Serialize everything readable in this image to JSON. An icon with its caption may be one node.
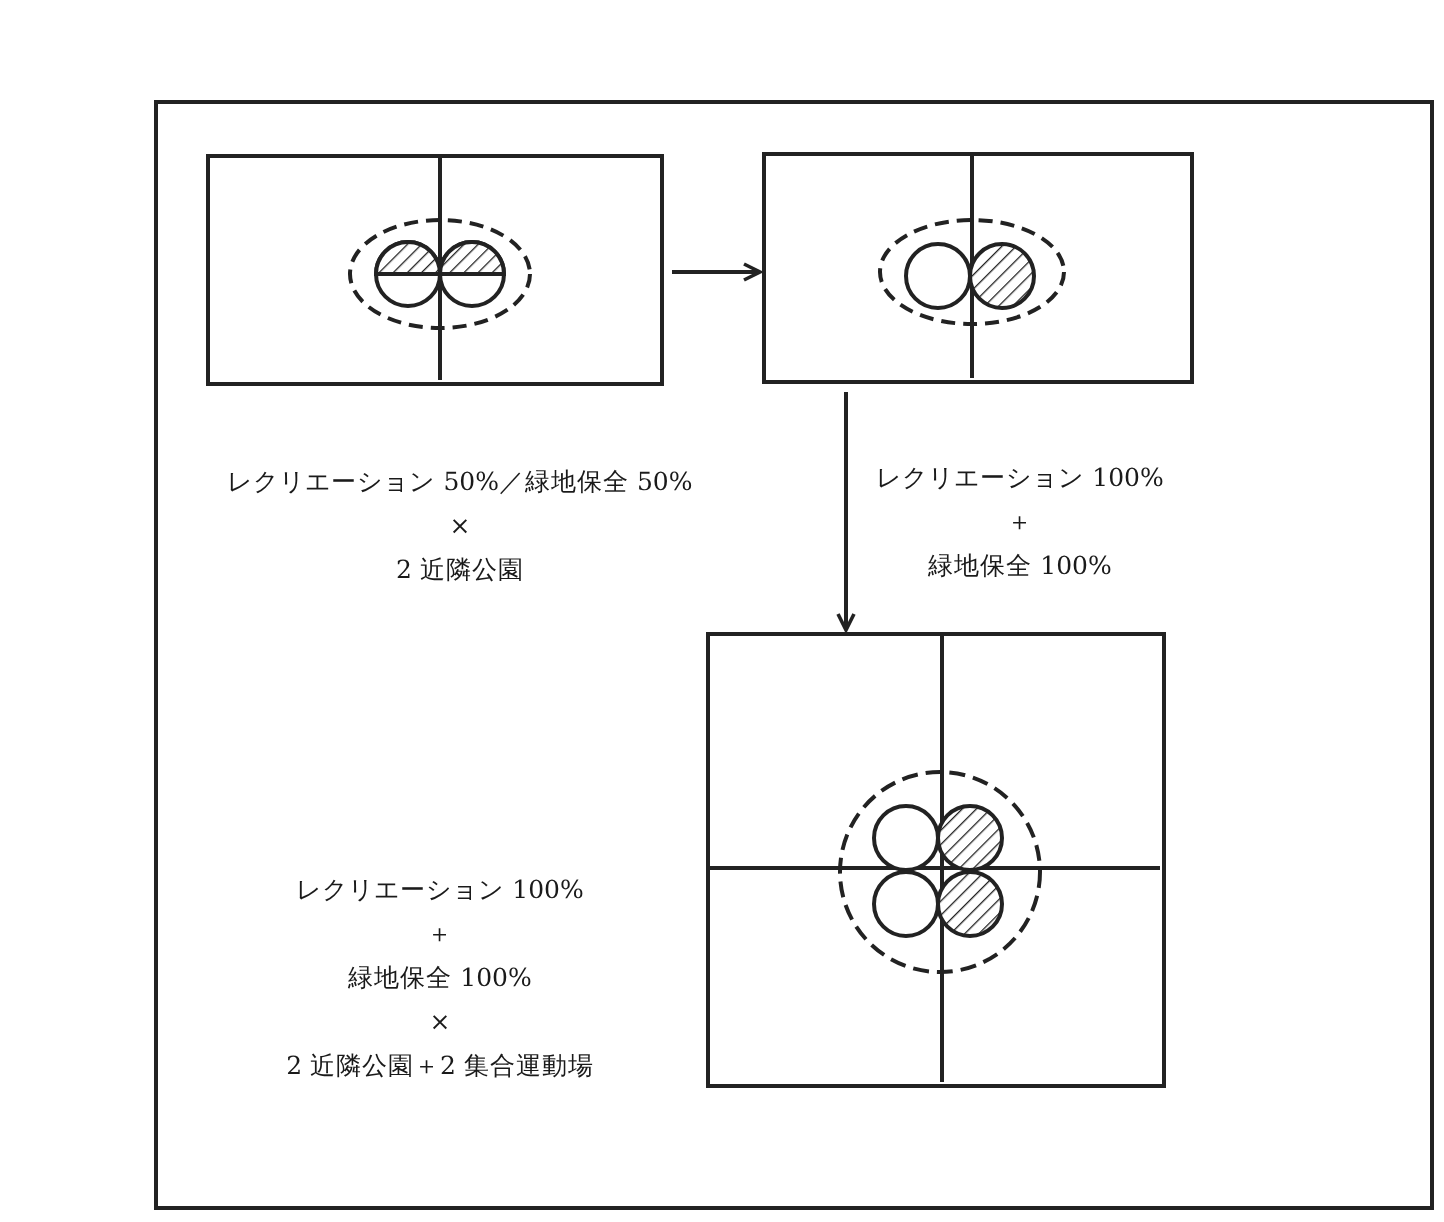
{
  "diagram": {
    "nodes": [
      {
        "text": [],
        "shape": "box",
        "beside": [
          "レクリエーション 50%／緑地保全 50%",
          "×",
          "2 近隣公園"
        ]
      },
      {
        "text": [],
        "shape": "box",
        "beside": [
          "レクリエーション 100%",
          "＋",
          "緑地保全 100%"
        ]
      },
      {
        "text": [],
        "shape": "box",
        "beside": [
          "レクリエーション 100%",
          "＋",
          "緑地保全 100%",
          "×",
          "2 近隣公園＋2 集合運動場"
        ]
      }
    ],
    "edges": [
      {
        "from": 0,
        "to": 1,
        "arrow": "to"
      },
      {
        "from": 1,
        "to": 2,
        "arrow": "to"
      }
    ]
  }
}
